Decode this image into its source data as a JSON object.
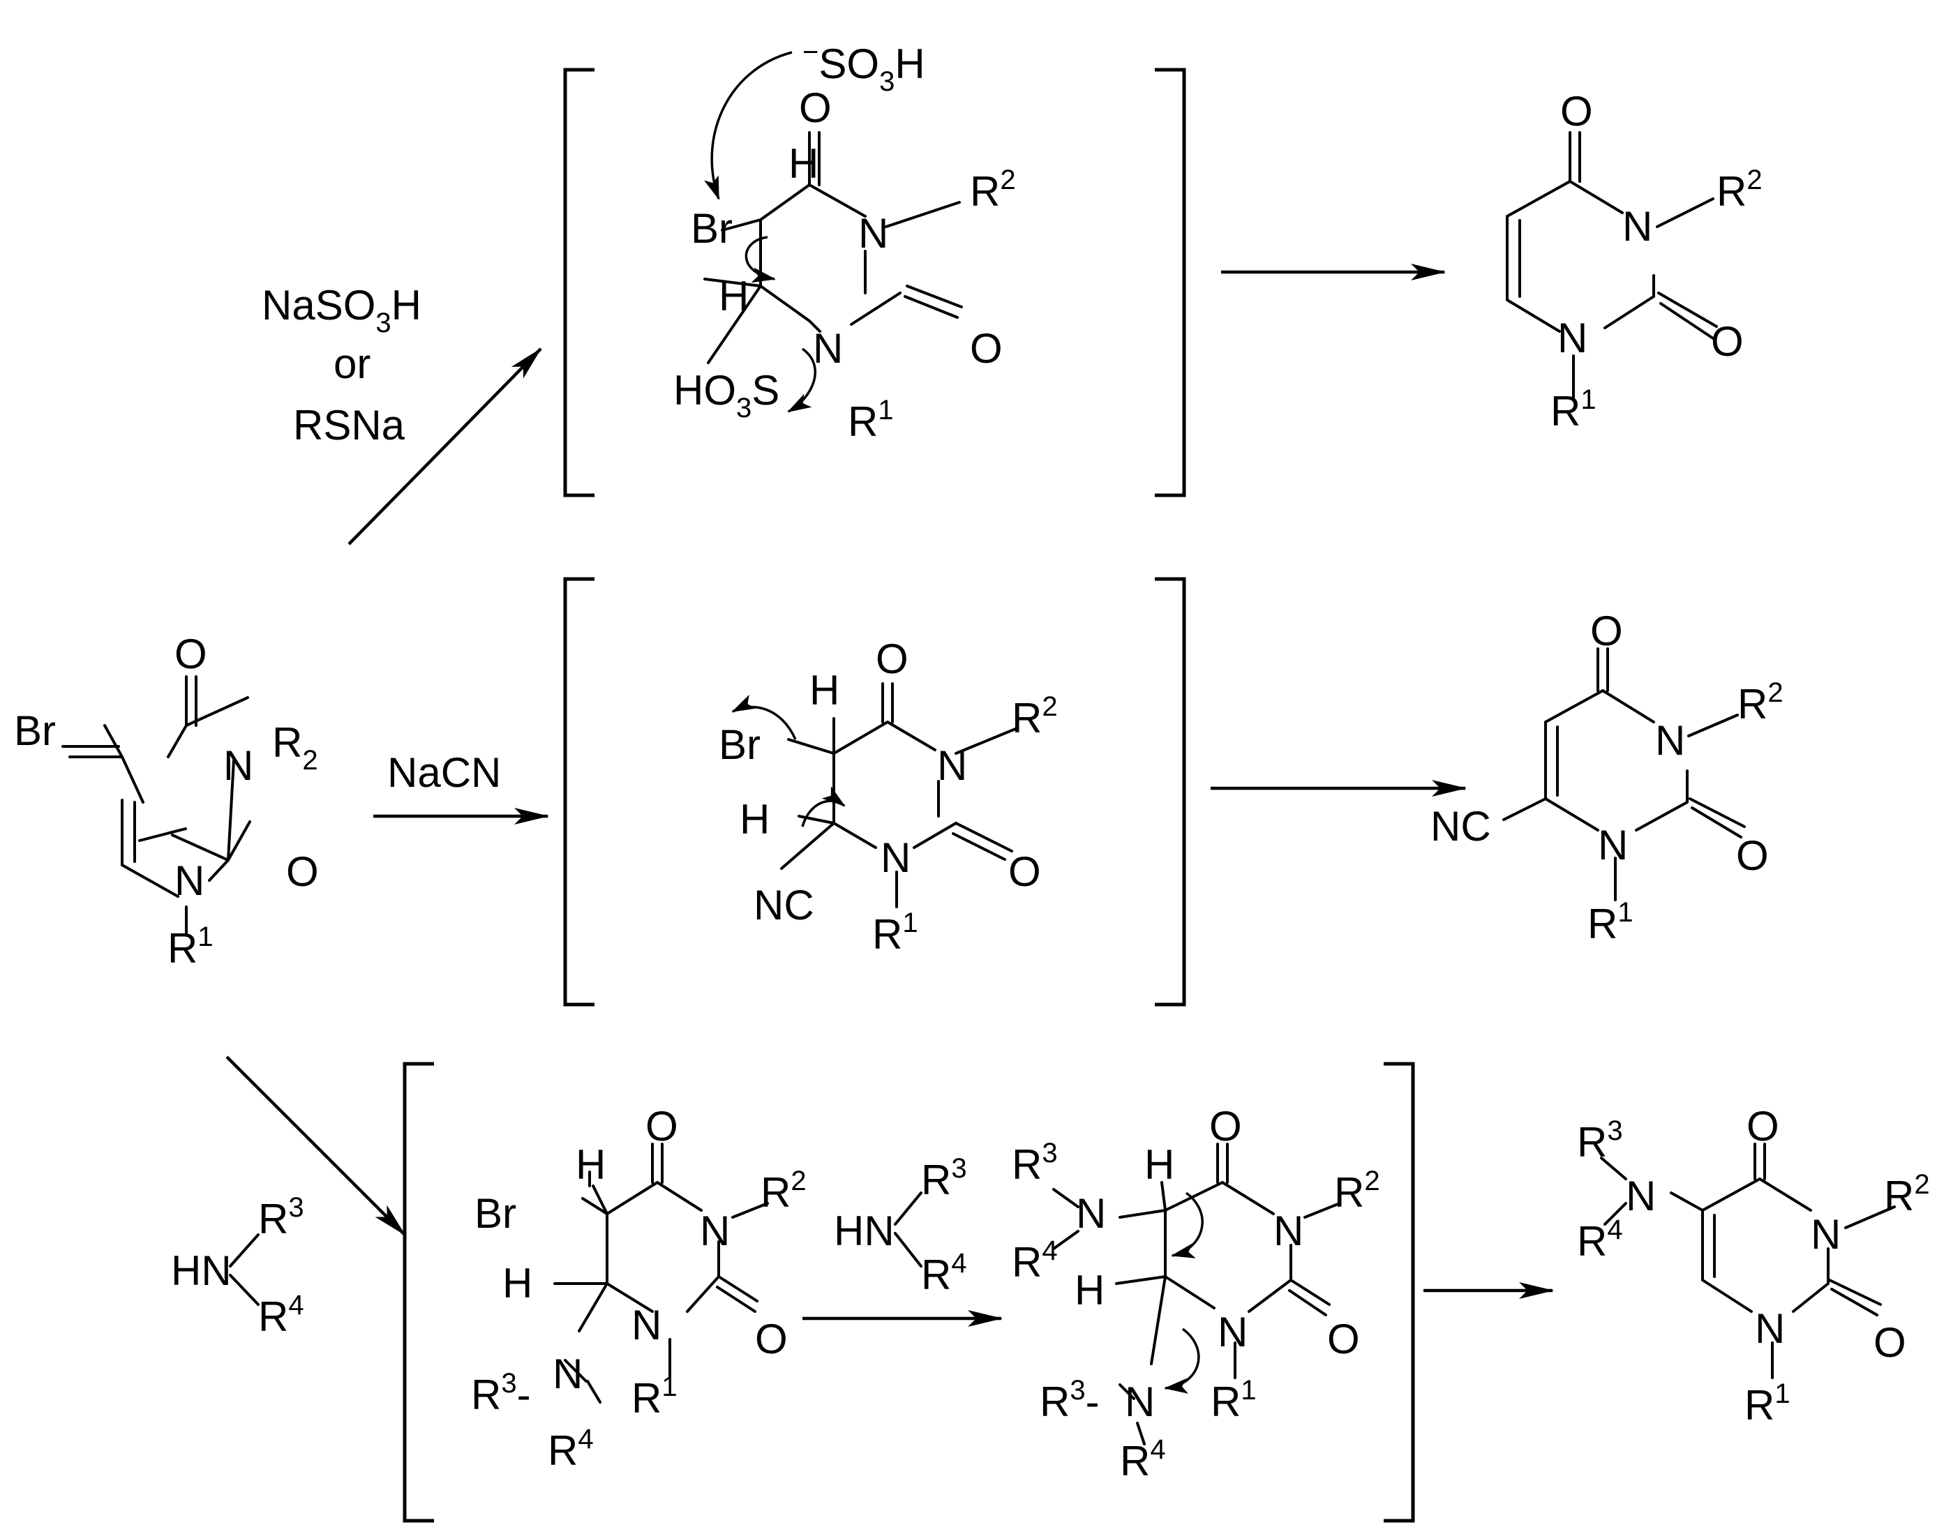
{
  "labels": {
    "br": "Br",
    "n": "N",
    "o": "O",
    "h": "H",
    "r": "R",
    "nc": "NC",
    "hn": "HN",
    "so3h_pre": "SO",
    "so3h_post": "H",
    "ho3s_pre": "HO",
    "ho3s_post": "S",
    "minus": "−",
    "n_sub_3": "3",
    "sup_1": "1",
    "sup_2": "2",
    "sub_2": "2",
    "sup_3": "3",
    "sup_4": "4",
    "hyphen": "-"
  },
  "reagents": {
    "top_line1_a": "NaSO",
    "top_line1_sub": "3",
    "top_line1_b": "H",
    "top_line2": "or",
    "top_line3": "RSNa",
    "middle": "NaCN"
  }
}
